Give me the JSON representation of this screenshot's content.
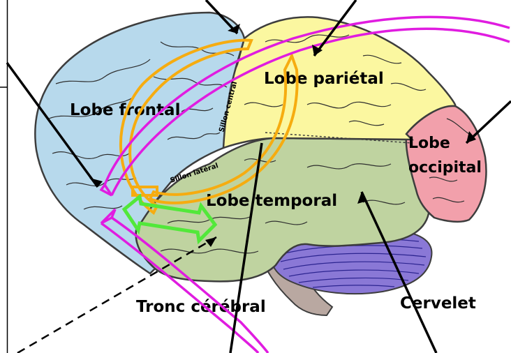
{
  "labels": {
    "frontal": "Lobe frontal",
    "parietal": "Lobe pariétal",
    "occipital_1": "Lobe",
    "occipital_2": "occipital",
    "temporal": "Lobe temporal",
    "cervelet": "Cervelet",
    "tronc": "Tronc cérébral",
    "sillon_central": "Sillon central",
    "sillon_lateral": "Sillon latéral"
  },
  "colors": {
    "frontal": "#b7d9ec",
    "parietal": "#fbf7a0",
    "occipital": "#f2a0ab",
    "temporal": "#bfd3a0",
    "cervelet": "#8a78d6",
    "tronc": "#b9a8a1",
    "arrow_orange": "#f6ac10",
    "arrow_magenta": "#e01ce0",
    "arrow_green": "#52e83a",
    "pointer": "#000000"
  }
}
